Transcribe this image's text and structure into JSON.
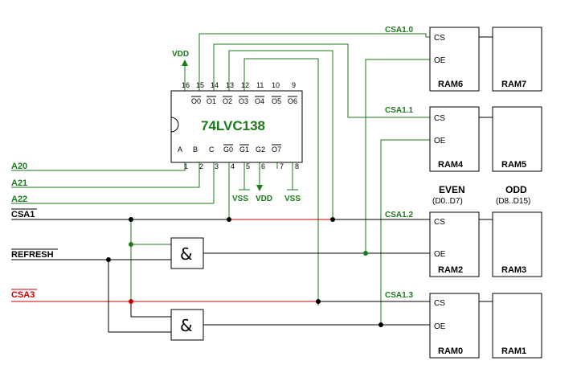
{
  "decoder": {
    "name": "74LVC138",
    "top_pins": [
      "16",
      "15",
      "14",
      "13",
      "12",
      "11",
      "10",
      "9"
    ],
    "top_signals": [
      "O0",
      "O1",
      "O2",
      "O3",
      "O4",
      "O5",
      "O6"
    ],
    "bottom_pins": [
      "1",
      "2",
      "3",
      "4",
      "5",
      "6",
      "7",
      "8"
    ],
    "bottom_signals": [
      "A",
      "B",
      "C",
      "G0",
      "G1",
      "G2",
      "O7"
    ],
    "vdd_top": "VDD",
    "vss_left": "VSS",
    "vdd_bottom": "VDD",
    "vss_right": "VSS"
  },
  "inputs": {
    "a20": "A20",
    "a21": "A21",
    "a22": "A22",
    "csa1": "CSA1",
    "refresh": "REFRESH",
    "csa3": "CSA3"
  },
  "chip_selects": {
    "csa1_0": "CSA1.0",
    "csa1_1": "CSA1.1",
    "csa1_2": "CSA1.2",
    "csa1_3": "CSA1.3"
  },
  "gates": {
    "upper_symbol": "&",
    "lower_symbol": "&"
  },
  "ram_pins": {
    "cs": "CS",
    "oe": "OE"
  },
  "rams": {
    "ram6": "RAM6",
    "ram7": "RAM7",
    "ram4": "RAM4",
    "ram5": "RAM5",
    "ram2": "RAM2",
    "ram3": "RAM3",
    "ram0": "RAM0",
    "ram1": "RAM1"
  },
  "columns": {
    "even": "EVEN",
    "even_bits": "(D0..D7)",
    "odd": "ODD",
    "odd_bits": "(D8..D15)"
  },
  "colors": {
    "green": "#1a7a1a",
    "red": "#cc0000",
    "black": "#000000"
  }
}
